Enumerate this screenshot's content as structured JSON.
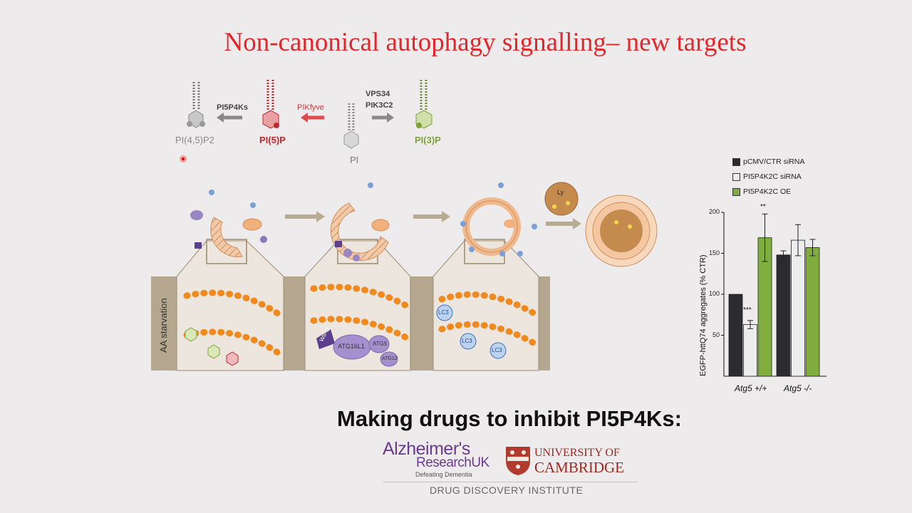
{
  "slide": {
    "title": "Non-canonical autophagy signalling– new targets",
    "subtitle": "Making drugs to inhibit PI5P4Ks:"
  },
  "pathway": {
    "lipids": {
      "pi45p2": "PI(4,5)P2",
      "pi5p": "PI(5)P",
      "pi": "PI",
      "pi3p": "PI(3)P"
    },
    "enzymes": {
      "pi5p4ks": "PI5P4Ks",
      "pikfyve": "PIKfyve",
      "vps34": "VPS34",
      "pik3c2": "PIK3C2"
    },
    "colors": {
      "pi5p": "#c0282e",
      "pi3p": "#7ea33a",
      "pi45p2": "#8a8a8a"
    }
  },
  "schematic": {
    "side_label": "AA starvation",
    "lysosome_label": "Ly",
    "proteins": {
      "wipi2": "WIPI2",
      "atg16l1": "ATG16L1",
      "atg5": "ATG5",
      "atg12": "ATG12",
      "lc3": "LC3"
    }
  },
  "chart_data": {
    "type": "bar",
    "ylabel": "EGFP-httQ74 aggregates (% CTR)",
    "ylim": [
      0,
      200
    ],
    "yticks": [
      50,
      100,
      150,
      200
    ],
    "categories": [
      "Atg5 +/+",
      "Atg5 -/-"
    ],
    "series": [
      {
        "name": "pCMV/CTR siRNA",
        "color": "#2b2b30",
        "values": [
          100,
          148
        ],
        "errors": [
          0,
          5
        ]
      },
      {
        "name": "PI5P4K2C siRNA",
        "color": "#ededed",
        "values": [
          63,
          166
        ],
        "errors": [
          5,
          19
        ]
      },
      {
        "name": "PI5P4K2C OE",
        "color": "#7fae3f",
        "values": [
          169,
          157
        ],
        "errors": [
          29,
          10
        ]
      }
    ],
    "annotations": {
      "significance_siRNA": "***",
      "significance_OE": "**"
    }
  },
  "logos": {
    "alz_line1": "Alzheimer's",
    "alz_line2": "ResearchUK",
    "alz_line3": "Defeating Dementia",
    "cam_line1": "UNIVERSITY OF",
    "cam_line2": "CAMBRIDGE",
    "institute": "DRUG DISCOVERY INSTITUTE"
  }
}
